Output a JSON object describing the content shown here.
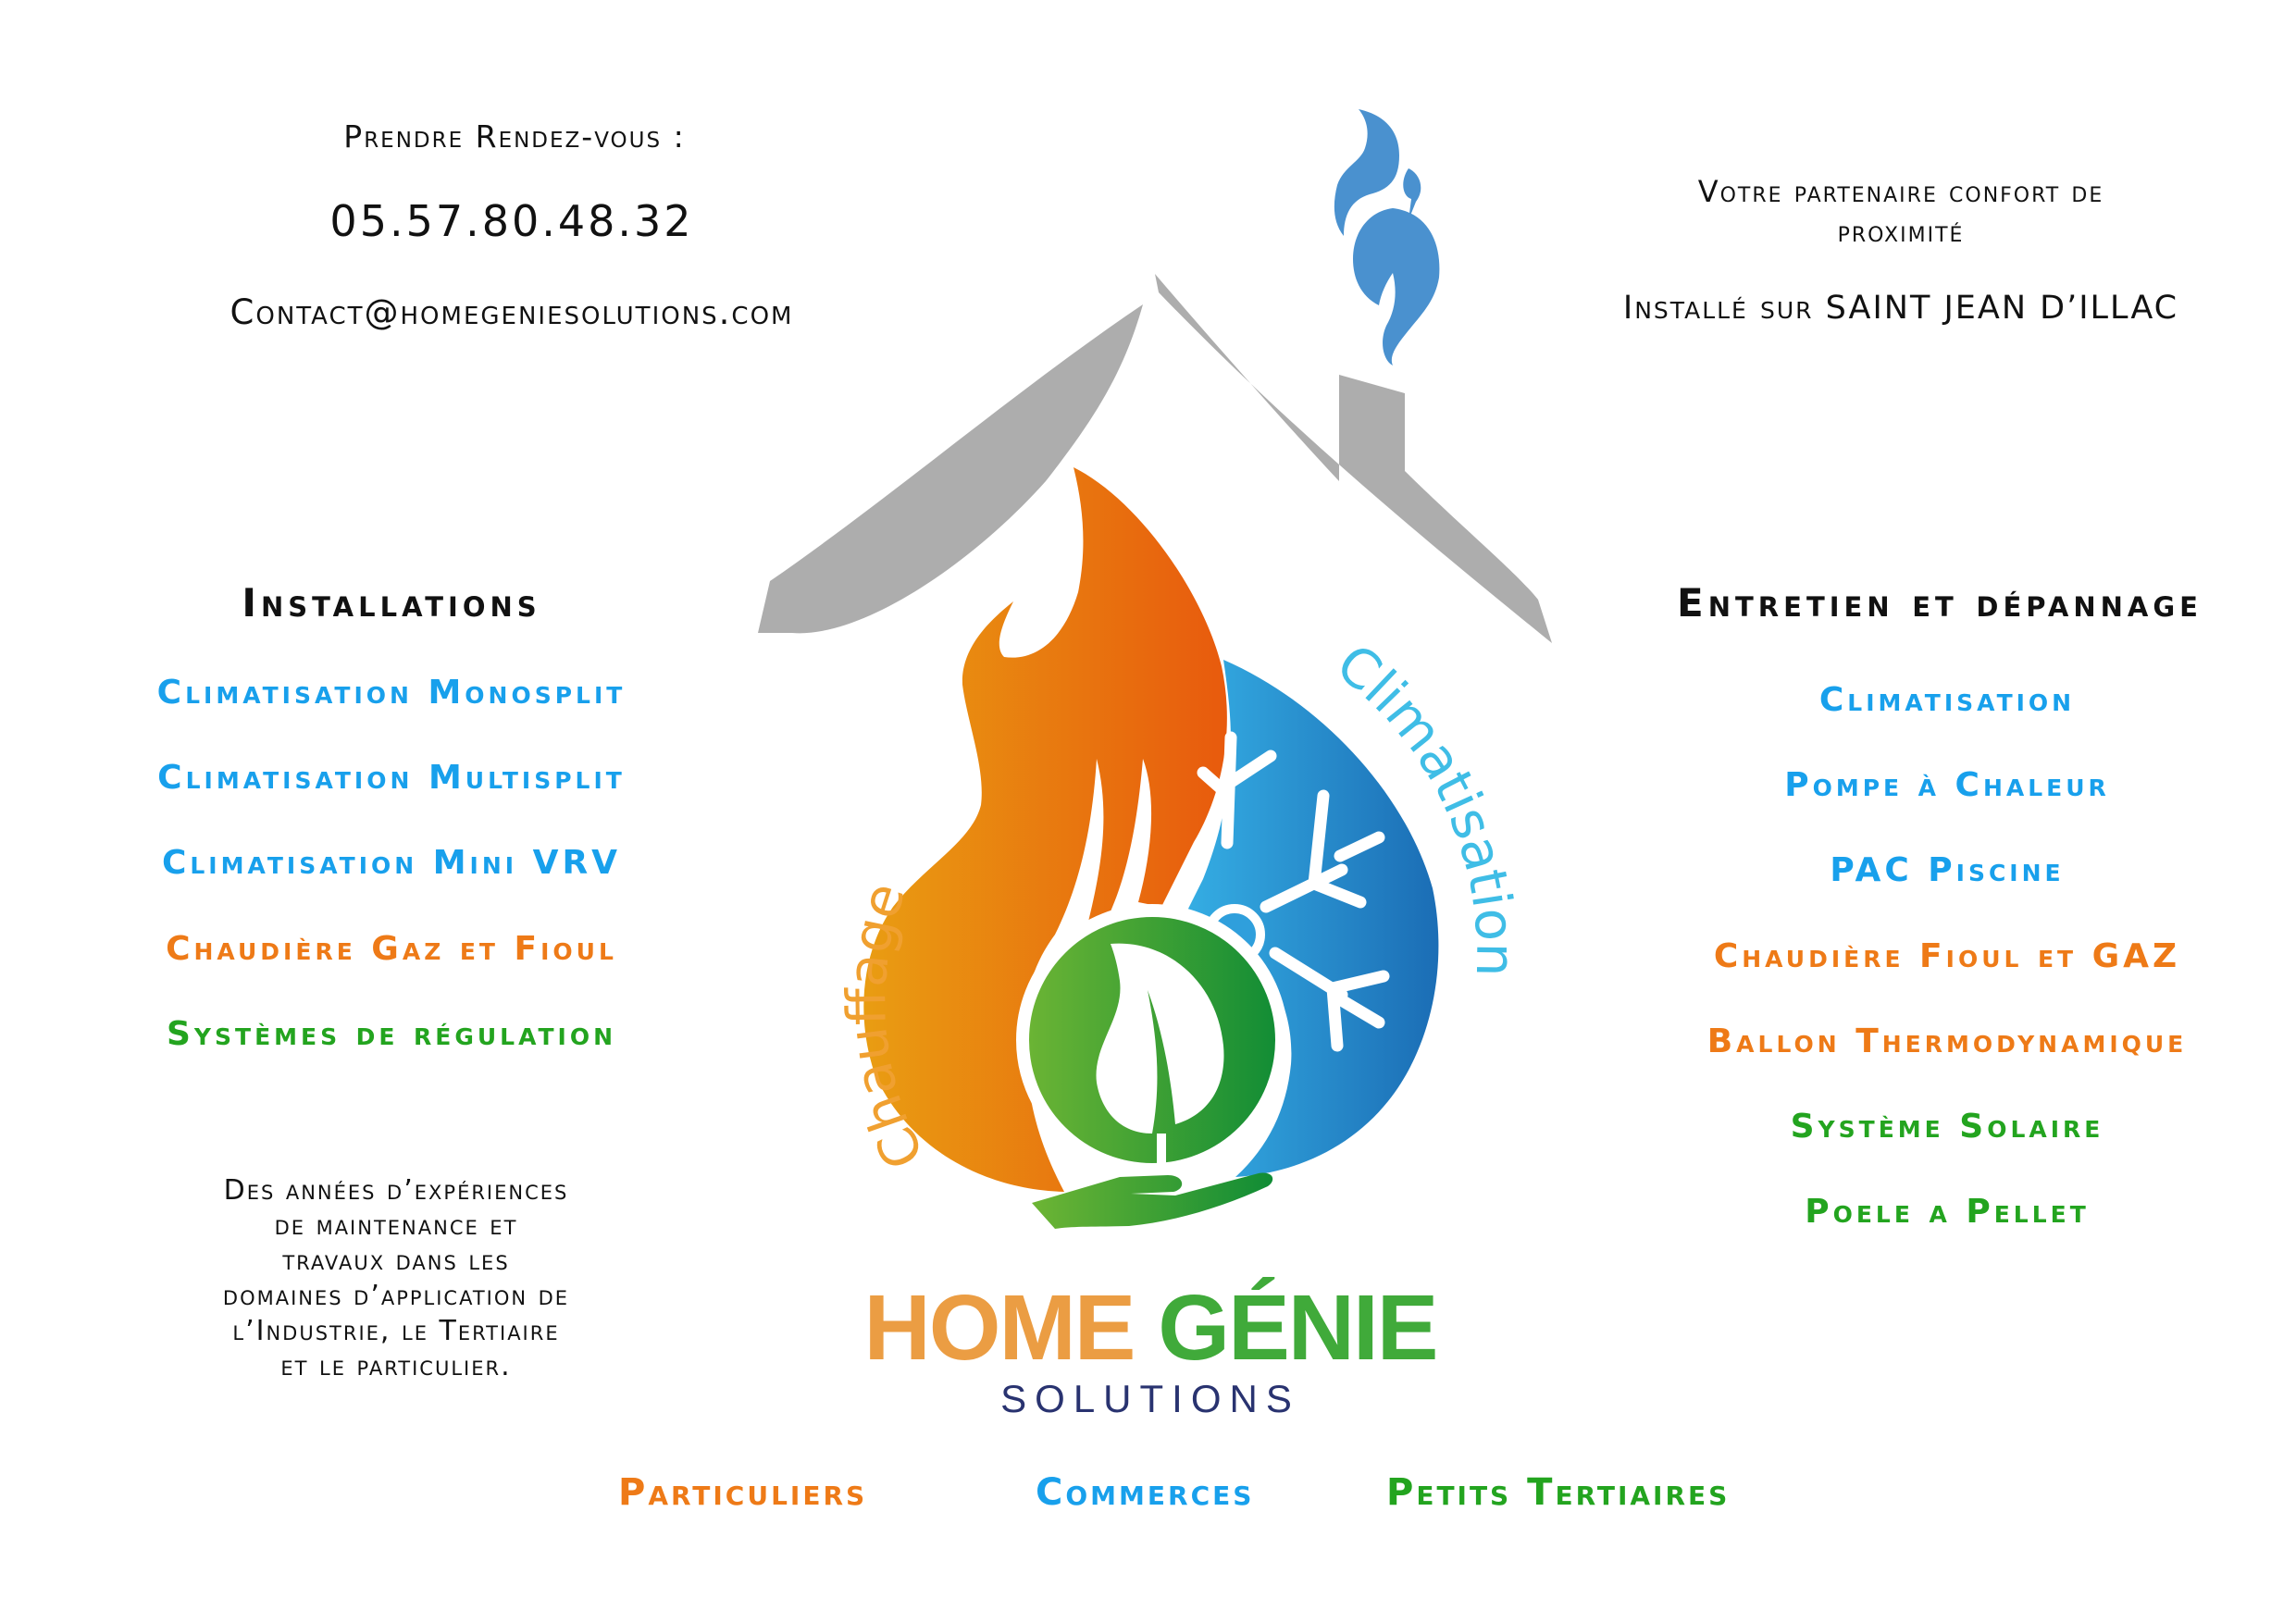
{
  "contact": {
    "appointment_label": "Prendre Rendez-vous :",
    "phone": "05.57.80.48.32",
    "email": "Contact@homegeniesolutions.com"
  },
  "tagline": {
    "line1": "Votre partenaire confort de",
    "line2": "proximité",
    "location": "Installé sur SAINT JEAN D’ILLAC"
  },
  "installations": {
    "heading": "Installations",
    "items": [
      {
        "label": "Climatisation Monosplit",
        "color": "#18a0ec"
      },
      {
        "label": "Climatisation Multisplit",
        "color": "#18a0ec"
      },
      {
        "label": "Climatisation Mini VRV",
        "color": "#18a0ec"
      },
      {
        "label": "Chaudière Gaz et Fioul",
        "color": "#ee7a17"
      },
      {
        "label": "Systèmes de régulation",
        "color": "#23a41f"
      }
    ]
  },
  "maintenance": {
    "heading": "Entretien et dépannage",
    "items": [
      {
        "label": "Climatisation",
        "color": "#18a0ec"
      },
      {
        "label": "Pompe à Chaleur",
        "color": "#18a0ec"
      },
      {
        "label": "PAC Piscine",
        "color": "#18a0ec"
      },
      {
        "label": "Chaudière Fioul et GAZ",
        "color": "#ee7a17"
      },
      {
        "label": "Ballon Thermodynamique",
        "color": "#ee7a17"
      },
      {
        "label": "Système Solaire",
        "color": "#23a41f"
      },
      {
        "label": "Poele a Pellet",
        "color": "#23a41f"
      }
    ]
  },
  "experience": {
    "lines": [
      "Des années d’expériences",
      "de maintenance et",
      "travaux dans les",
      "domaines d’application de",
      "l’Industrie, le Tertiaire",
      "et le particulier."
    ]
  },
  "logo": {
    "left_arc_text": "Chauffage",
    "right_arc_text": "Climatisation",
    "brand_word1": "HOME",
    "brand_word2": "GÉNIE",
    "brand_sub": "SOLUTIONS",
    "icons": [
      "house-roof-icon",
      "chimney-smoke-icon",
      "flame-icon",
      "water-drop-icon",
      "snowflake-icon",
      "leaf-icon",
      "hand-icon"
    ],
    "colors": {
      "roof": "#adadad",
      "smoke": "#4a91cf",
      "flame_start": "#e99d12",
      "flame_end": "#e85a0d",
      "drop_start": "#35aee4",
      "drop_end": "#1b6db5",
      "leaf_start": "#6db534",
      "leaf_end": "#108c35",
      "brand_orange": "#eb9d43",
      "brand_green": "#40aa3a",
      "brand_navy": "#293370",
      "arc_orange": "#f0a030",
      "arc_blue": "#3fbde6"
    }
  },
  "clientele": [
    {
      "label": "Particuliers",
      "color": "#ee7a17"
    },
    {
      "label": "Commerces",
      "color": "#18a0ec"
    },
    {
      "label": "Petits Tertiaires",
      "color": "#23a41f"
    }
  ]
}
